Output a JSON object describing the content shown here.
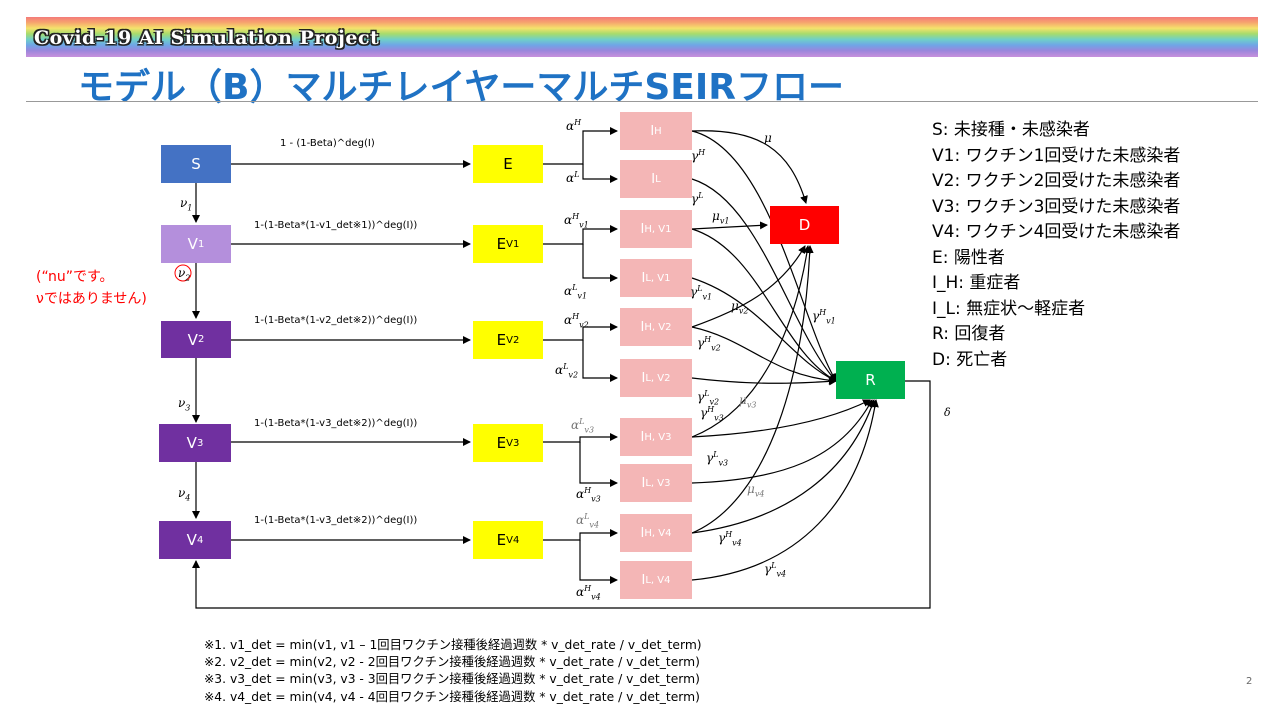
{
  "header": {
    "banner": "Covid-19 AI Simulation Project",
    "title": "モデル（B）マルチレイヤーマルチSEIRフロー"
  },
  "nodes": {
    "S": "S",
    "V1": {
      "base": "V",
      "sub": "1"
    },
    "V2": {
      "base": "V",
      "sub": "2"
    },
    "V3": {
      "base": "V",
      "sub": "3"
    },
    "V4": {
      "base": "V",
      "sub": "4"
    },
    "E": "E",
    "EV1": {
      "base": "E",
      "sub": "V1"
    },
    "EV2": {
      "base": "E",
      "sub": "V2"
    },
    "EV3": {
      "base": "E",
      "sub": "V3"
    },
    "EV4": {
      "base": "E",
      "sub": "V4"
    },
    "IH": {
      "base": "I",
      "sub": "H"
    },
    "IL": {
      "base": "I",
      "sub": "L"
    },
    "IHV1": {
      "base": "I",
      "sub": "H, V1"
    },
    "ILV1": {
      "base": "I",
      "sub": "L, V1"
    },
    "IHV2": {
      "base": "I",
      "sub": "H, V2"
    },
    "ILV2": {
      "base": "I",
      "sub": "L, V2"
    },
    "IHV3": {
      "base": "I",
      "sub": "H, V3"
    },
    "ILV3": {
      "base": "I",
      "sub": "L, V3"
    },
    "IHV4": {
      "base": "I",
      "sub": "H, V4"
    },
    "ILV4": {
      "base": "I",
      "sub": "L, V4"
    },
    "D": "D",
    "R": "R"
  },
  "infection_labels": [
    "1 - (1-Beta)^deg(I)",
    "1-(1-Beta*(1-v1_det※1))^deg(I))",
    "1-(1-Beta*(1-v2_det※2))^deg(I))",
    "1-(1-Beta*(1-v3_det※2))^deg(I))",
    "1-(1-Beta*(1-v3_det※2))^deg(I))"
  ],
  "rate_symbols": {
    "nu": "ν",
    "alpha": "α",
    "gamma": "γ",
    "mu": "μ",
    "delta": "δ",
    "H": "H",
    "L": "L",
    "v1": "v1",
    "v2": "v2",
    "v3": "v3",
    "v4": "v4",
    "n1": "1",
    "n2": "2",
    "n3": "3",
    "n4": "4"
  },
  "legend": [
    "S: 未接種・未感染者",
    "V1: ワクチン1回受けた未感染者",
    "V2: ワクチン2回受けた未感染者",
    "V3: ワクチン3回受けた未感染者",
    "V4: ワクチン4回受けた未感染者",
    "E: 陽性者",
    "I_H: 重症者",
    "I_L: 無症状〜軽症者",
    "R: 回復者",
    "D: 死亡者"
  ],
  "note": [
    "(“nu”です。",
    "νではありません)"
  ],
  "footnotes": [
    "※1. v1_det = min(v1, v1 – 1回目ワクチン接種後経過週数 * v_det_rate / v_det_term)",
    "※2. v2_det = min(v2, v2 - 2回目ワクチン接種後経過週数 * v_det_rate / v_det_term)",
    "※3. v3_det = min(v3, v3 - 3回目ワクチン接種後経過週数 * v_det_rate / v_det_term)",
    "※4. v4_det = min(v4, v4 - 4回目ワクチン接種後経過週数 * v_det_rate / v_det_term)"
  ],
  "page_number": "2",
  "colors": {
    "title": "#1f72c4",
    "S": "#4472c4",
    "V1": "#b48fdc",
    "V": "#7030a0",
    "E": "#ffff00",
    "I": "#f4b6b6",
    "D": "#ff0000",
    "R": "#00b050",
    "note": "#ff0000"
  }
}
